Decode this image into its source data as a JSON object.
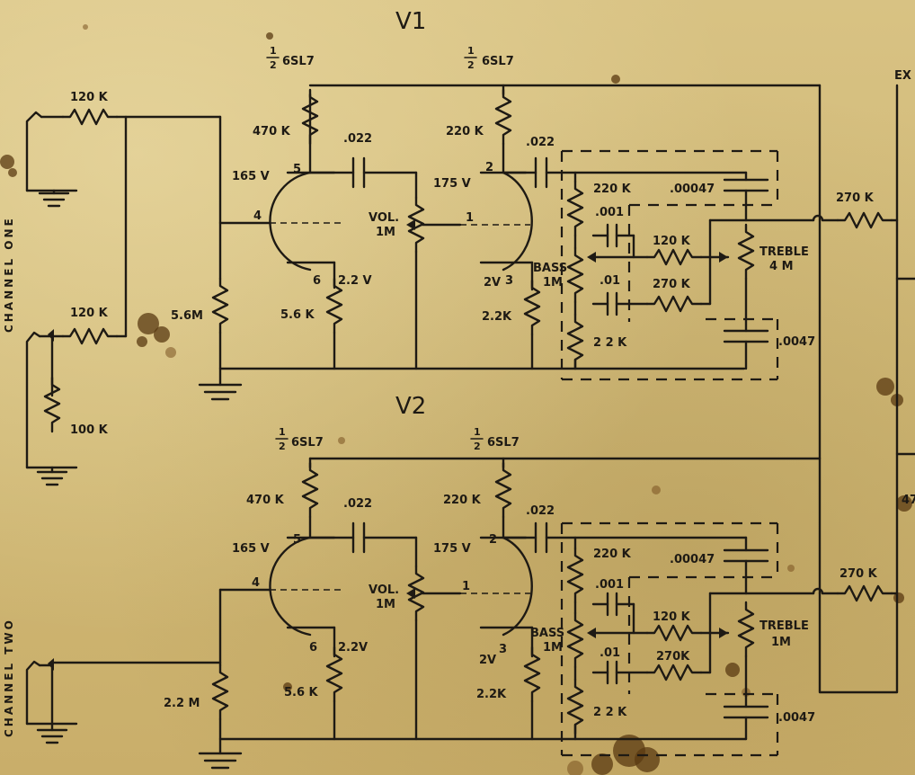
{
  "stage_v1": "V1",
  "stage_v2": "V2",
  "tube": {
    "half_num": "1",
    "half_den": "2",
    "type": "6SL7"
  },
  "channel_one": "CHANNEL ONE",
  "channel_two": "CHANNEL TWO",
  "edge_text": "EX",
  "edge_text_2": "47",
  "v1": {
    "in_res_1": "120 K",
    "in_res_2": "120 K",
    "in_res_3": "100 K",
    "grid_res": "5.6M",
    "plate_res_a": "470 K",
    "plate_v_a": "165 V",
    "pin_5": "5",
    "pin_4": "4",
    "pin_6": "6",
    "cath_v_a": "2.2 V",
    "cath_res_a": "5.6 K",
    "cap_couple_a": ".022",
    "vol_label": "VOL.",
    "vol_value": "1M",
    "plate_res_b": "220 K",
    "plate_v_b": "175 V",
    "pin_2": "2",
    "pin_1": "1",
    "cath_v_b": "2V",
    "pin_3": "3",
    "cath_res_b": "2.2K",
    "cap_couple_b": ".022",
    "tone_res_top": "220 K",
    "cap_tone_1": ".00047",
    "cap_tone_2": ".001",
    "bass_label": "BASS",
    "bass_value": "1M",
    "cap_tone_3": ".01",
    "tone_res_mid1": "120 K",
    "tone_res_mid2": "270 K",
    "treble_label": "TREBLE",
    "treble_value": "4 M",
    "tone_res_bot": "2 2 K",
    "cap_tone_4": ".0047",
    "out_res": "270 K"
  },
  "v2": {
    "grid_res": "2.2 M",
    "plate_res_a": "470 K",
    "plate_v_a": "165 V",
    "pin_5": "5",
    "pin_4": "4",
    "pin_6": "6",
    "cath_v_a": "2.2V",
    "cath_res_a": "5.6 K",
    "cap_couple_a": ".022",
    "vol_label": "VOL.",
    "vol_value": "1M",
    "plate_res_b": "220 K",
    "plate_v_b": "175 V",
    "pin_2": "2",
    "pin_1": "1",
    "cath_v_b": "2V",
    "pin_3": "3",
    "cath_res_b": "2.2K",
    "cap_couple_b": ".022",
    "tone_res_top": "220 K",
    "cap_tone_1": ".00047",
    "cap_tone_2": ".001",
    "bass_label": "BASS",
    "bass_value": "1M",
    "cap_tone_3": ".01",
    "tone_res_mid1": "120 K",
    "tone_res_mid2": "270K",
    "treble_label": "TREBLE",
    "treble_value": "1M",
    "tone_res_bot": "2 2 K",
    "cap_tone_4": ".0047",
    "out_res": "270 K"
  },
  "colors": {
    "paper": "#d6c07e",
    "ink": "#1e1a14",
    "stain": "#5a3a12"
  }
}
